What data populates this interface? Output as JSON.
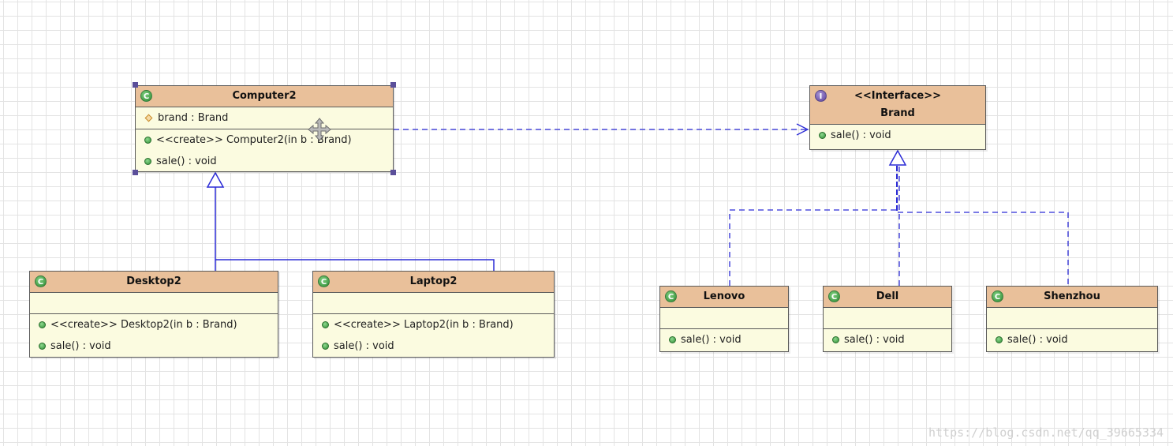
{
  "classes": {
    "computer2": {
      "name": "Computer2",
      "attribute": "brand : Brand",
      "constructor": "<<create>> Computer2(in b : Brand)",
      "method": "sale() : void"
    },
    "brand": {
      "stereotype": "<<Interface>>",
      "name": "Brand",
      "method": "sale() : void"
    },
    "desktop2": {
      "name": "Desktop2",
      "constructor": "<<create>> Desktop2(in b : Brand)",
      "method": "sale() : void"
    },
    "laptop2": {
      "name": "Laptop2",
      "constructor": "<<create>> Laptop2(in b : Brand)",
      "method": "sale() : void"
    },
    "lenovo": {
      "name": "Lenovo",
      "method": "sale() : void"
    },
    "dell": {
      "name": "Dell",
      "method": "sale() : void"
    },
    "shenzhou": {
      "name": "Shenzhou",
      "method": "sale() : void"
    }
  },
  "icons": {
    "class_icon": "C",
    "interface_icon": "I"
  },
  "colors": {
    "header_fill": "#e9c09a",
    "body_fill": "#fbfbe0",
    "connector": "#2b2bd6",
    "grid": "#e3e3e3"
  },
  "watermark": "https://blog.csdn.net/qq_39665334"
}
